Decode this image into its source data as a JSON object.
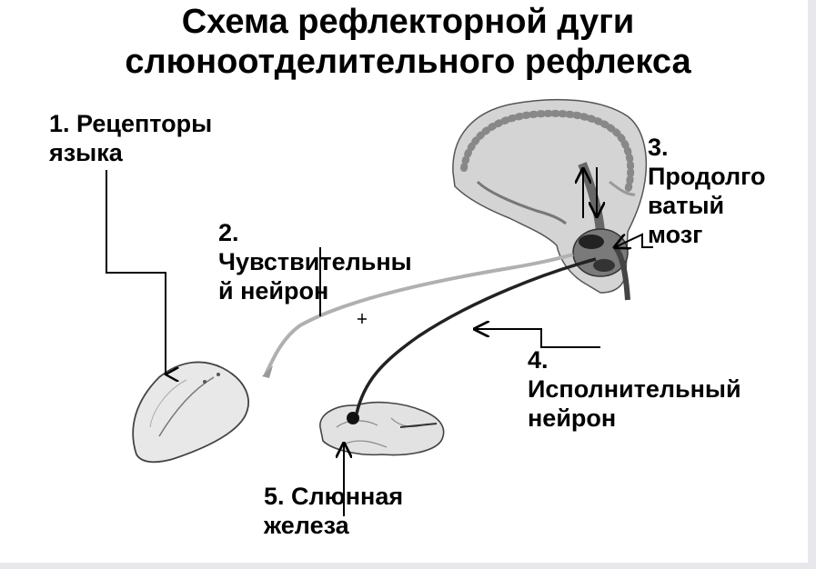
{
  "title": {
    "line1": "Схема рефлекторной дуги",
    "line2": "слюноотделительного рефлекса"
  },
  "labels": {
    "receptors": {
      "line1": "1. Рецепторы",
      "line2": "языка"
    },
    "sensory_neuron": {
      "line1": "2.",
      "line2": "Чувствительны",
      "line3": "й нейрон"
    },
    "medulla": {
      "line1": "3.",
      "line2": "Продолго",
      "line3": "ватый",
      "line4": "мозг"
    },
    "effector_neuron": {
      "line1": "4.",
      "line2": "Исполнительный",
      "line3": "нейрон"
    },
    "salivary_gland": {
      "line1": "5. Слюнная",
      "line2": "железа"
    }
  }
}
